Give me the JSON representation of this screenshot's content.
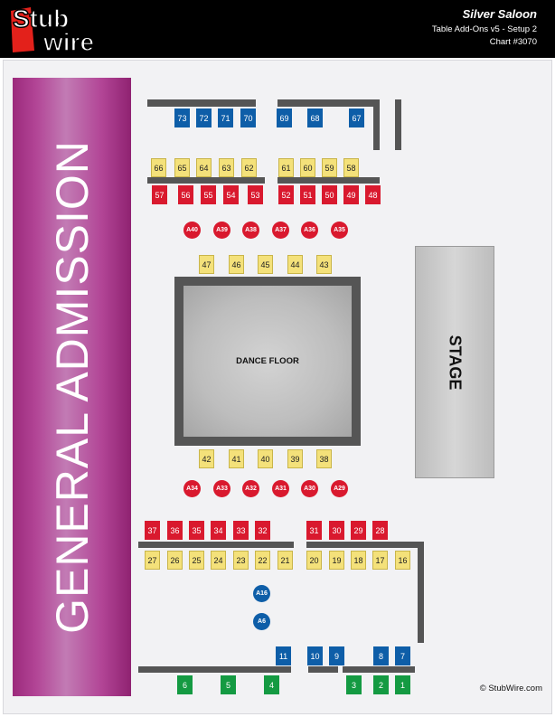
{
  "header": {
    "brand": "StubWire",
    "brand_top": "Stub",
    "brand_bottom": "wire",
    "venue": "Silver Saloon",
    "setup": "Table Add-Ons v5 - Setup 2",
    "chart": "Chart #3070"
  },
  "areas": {
    "general_admission": "GENERAL ADMISSION",
    "dance_floor": "DANCE FLOOR",
    "stage": "STAGE"
  },
  "seats": {
    "top_blue": [
      "73",
      "72",
      "71",
      "70",
      "69",
      "68",
      "67"
    ],
    "upper_yellow": [
      "66",
      "65",
      "64",
      "63",
      "62",
      "61",
      "60",
      "59",
      "58"
    ],
    "upper_red": [
      "57",
      "56",
      "55",
      "54",
      "53",
      "52",
      "51",
      "50",
      "49",
      "48"
    ],
    "upper_circles": [
      "A40",
      "A39",
      "A38",
      "A37",
      "A36",
      "A35"
    ],
    "dance_top": [
      "47",
      "46",
      "45",
      "44",
      "43"
    ],
    "dance_bottom": [
      "42",
      "41",
      "40",
      "39",
      "38"
    ],
    "lower_circles": [
      "A34",
      "A33",
      "A32",
      "A31",
      "A30",
      "A29"
    ],
    "lower_red": [
      "37",
      "36",
      "35",
      "34",
      "33",
      "32",
      "31",
      "30",
      "29",
      "28"
    ],
    "lower_yellow": [
      "27",
      "26",
      "25",
      "24",
      "23",
      "22",
      "21",
      "20",
      "19",
      "18",
      "17",
      "16"
    ],
    "blue_circles": [
      "A16",
      "A6"
    ],
    "bottom_blue": [
      "11",
      "10",
      "9",
      "8",
      "7"
    ],
    "bottom_green": [
      "6",
      "5",
      "4",
      "3",
      "2",
      "1"
    ]
  },
  "colors": {
    "blue": "#0e5ea8",
    "yellow": "#f4e17a",
    "red": "#d9192e",
    "green": "#149a42",
    "general_admission": "#b24596"
  },
  "footer": {
    "copyright": "© StubWire.com"
  }
}
